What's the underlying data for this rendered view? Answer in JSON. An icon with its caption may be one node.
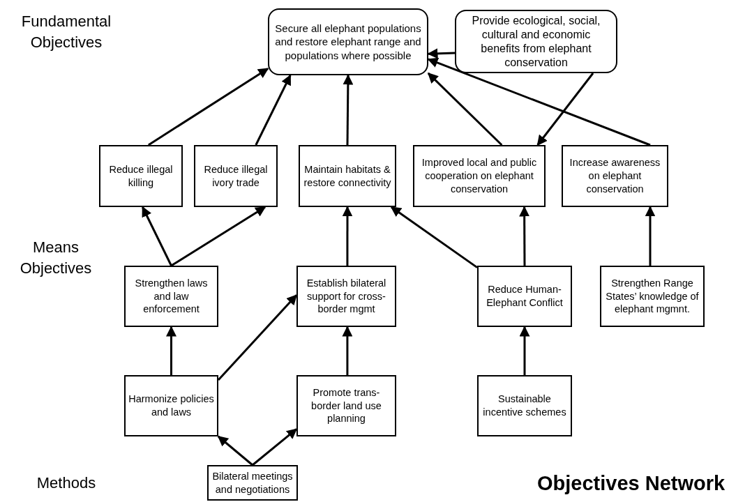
{
  "diagram": {
    "title": "Objectives Network",
    "nodes": [
      {
        "text": [
          "Secure all elephant populations and restore elephant range and populations where possible"
        ]
      },
      {
        "text": [
          "Provide ecological, social, cultural and economic benefits from elephant conservation"
        ]
      },
      {
        "text": [
          "Reduce illegal killing"
        ]
      },
      {
        "text": [
          "Reduce illegal ivory trade"
        ]
      },
      {
        "text": [
          "Maintain habitats & restore connectivity"
        ]
      },
      {
        "text": [
          "Improved local and public cooperation on elephant conservation"
        ]
      },
      {
        "text": [
          "Increase awareness on elephant conservation"
        ]
      },
      {
        "text": [
          "Strengthen laws and law enforcement"
        ]
      },
      {
        "text": [
          "Establish bilateral support for cross-border mgmt"
        ]
      },
      {
        "text": [
          "Reduce Human-Elephant Conflict"
        ]
      },
      {
        "text": [
          "Strengthen Range States’ knowledge of elephant mgmnt."
        ]
      },
      {
        "text": [
          "Harmonize policies and laws"
        ]
      },
      {
        "text": [
          "Promote trans-border land use planning"
        ]
      },
      {
        "text": [
          "Sustainable incentive schemes"
        ]
      },
      {
        "text": [
          "Bilateral meetings and negotiations"
        ]
      }
    ],
    "edges": [
      {
        "from": 2,
        "to": 0,
        "arrow": "to"
      },
      {
        "from": 3,
        "to": 0,
        "arrow": "to"
      },
      {
        "from": 4,
        "to": 0,
        "arrow": "to"
      },
      {
        "from": 5,
        "to": 0,
        "arrow": "to"
      },
      {
        "from": 6,
        "to": 0,
        "arrow": "to"
      },
      {
        "from": 1,
        "to": 0,
        "arrow": "to"
      },
      {
        "from": 1,
        "to": 5,
        "arrow": "to"
      },
      {
        "from": 7,
        "to": 2,
        "arrow": "to"
      },
      {
        "from": 7,
        "to": 3,
        "arrow": "to"
      },
      {
        "from": 8,
        "to": 4,
        "arrow": "to"
      },
      {
        "from": 9,
        "to": 4,
        "arrow": "to"
      },
      {
        "from": 9,
        "to": 5,
        "arrow": "to"
      },
      {
        "from": 10,
        "to": 6,
        "arrow": "to"
      },
      {
        "from": 11,
        "to": 7,
        "arrow": "to"
      },
      {
        "from": 11,
        "to": 8,
        "arrow": "to"
      },
      {
        "from": 12,
        "to": 8,
        "arrow": "to"
      },
      {
        "from": 13,
        "to": 9,
        "arrow": "to"
      },
      {
        "from": 14,
        "to": 11,
        "arrow": "to"
      },
      {
        "from": 14,
        "to": 12,
        "arrow": "to"
      }
    ],
    "labels": [
      "Fundamental Objectives",
      "Means Objectives",
      "Methods"
    ]
  }
}
